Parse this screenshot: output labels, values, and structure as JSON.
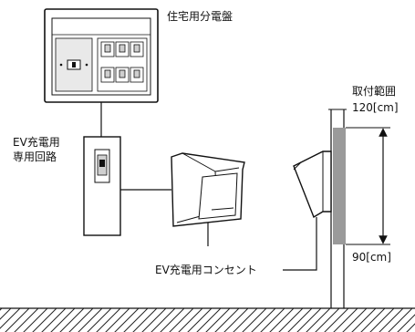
{
  "labels": {
    "panel": "住宅用分電盤",
    "ev_circuit_line1": "EV充電用",
    "ev_circuit_line2": "専用回路",
    "outlet": "EV充電用コンセント",
    "range_title": "取付範囲",
    "range_upper": "120[cm]",
    "range_lower": "90[cm]"
  },
  "colors": {
    "line": "#111111",
    "panel_fill": "#ffffff",
    "panel_inner": "#e9e9e9",
    "breaker_shadow": "#cfcfcf",
    "wall_band": "#9a9a9a",
    "ground": "#222222"
  },
  "icons": [
    "distribution-panel-icon",
    "ev-breaker-box-icon",
    "ev-outlet-front-icon",
    "ev-outlet-side-icon",
    "double-arrow-icon"
  ]
}
